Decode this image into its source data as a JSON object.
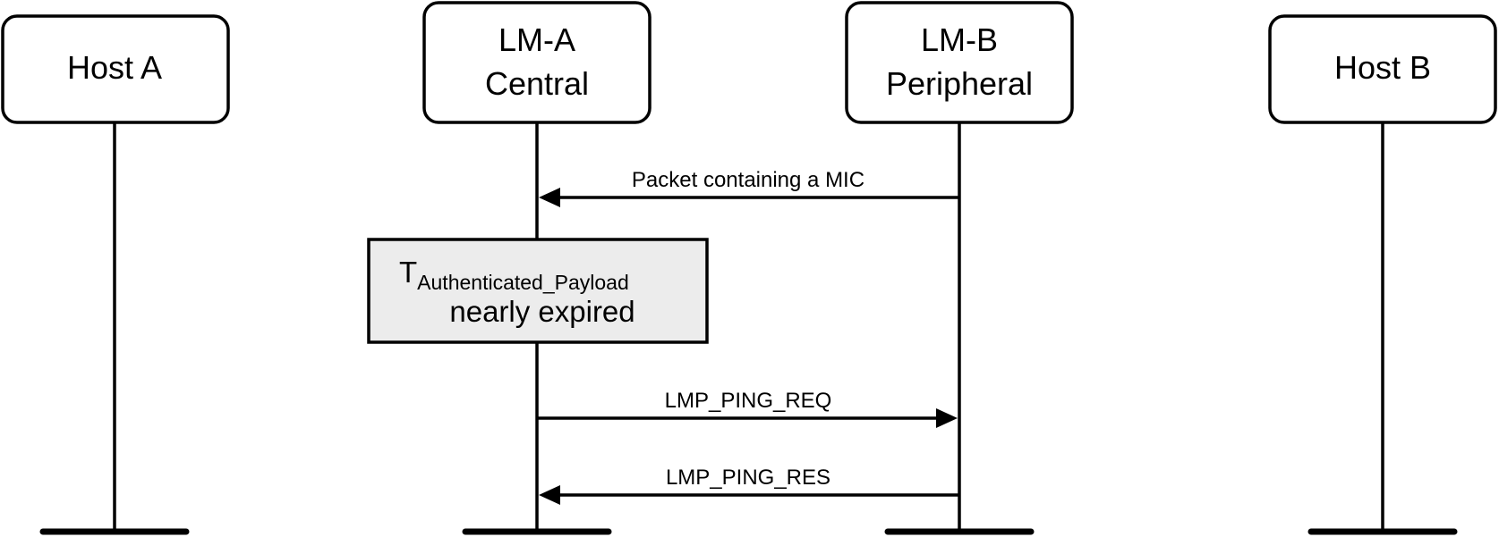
{
  "actors": [
    {
      "id": "host-a",
      "lines": [
        "Host A"
      ]
    },
    {
      "id": "lm-a",
      "lines": [
        "LM-A",
        "Central"
      ]
    },
    {
      "id": "lm-b",
      "lines": [
        "LM-B",
        "Peripheral"
      ]
    },
    {
      "id": "host-b",
      "lines": [
        "Host B"
      ]
    }
  ],
  "messages": [
    {
      "id": "mic-packet",
      "label": "Packet containing a MIC",
      "from": "lm-b",
      "to": "lm-a"
    },
    {
      "id": "ping-req",
      "label": "LMP_PING_REQ",
      "from": "lm-a",
      "to": "lm-b"
    },
    {
      "id": "ping-res",
      "label": "LMP_PING_RES",
      "from": "lm-b",
      "to": "lm-a"
    }
  ],
  "state": {
    "actor": "lm-a",
    "symbol": "T",
    "subscript": "Authenticated_Payload",
    "line2": "nearly expired"
  }
}
